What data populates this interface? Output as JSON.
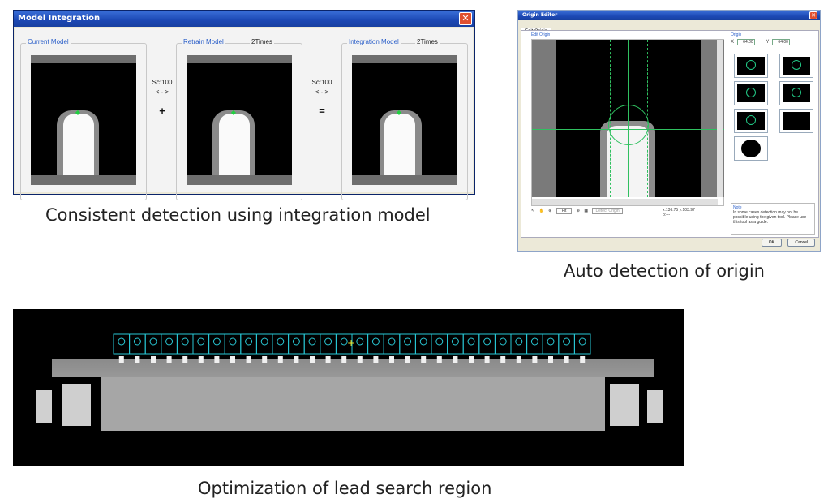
{
  "model_integration": {
    "title": "Model Integration",
    "close_icon": "close-icon",
    "groups": [
      {
        "label": "Current Model",
        "times": ""
      },
      {
        "label": "Retrain Model",
        "times": "2Times"
      },
      {
        "label": "Integration Model",
        "times": "2Times"
      }
    ],
    "score_left": "Sc:100",
    "arrow_left": "< - >",
    "operator_plus": "+",
    "score_right": "Sc:100",
    "arrow_right": "< - >",
    "operator_equals": "="
  },
  "origin_editor": {
    "title": "Origin Editor",
    "tab": "Edit Origin",
    "edit_label": "Edit Origin",
    "origin_label": "Origin",
    "x_label": "X",
    "x_value": "64.00",
    "y_label": "Y",
    "y_value": "64.00",
    "toolbar": {
      "fit": "Fit",
      "combo": "Detect Origin"
    },
    "coord_line1": "x:136.75 y:103.97",
    "coord_line2": "p:---",
    "note_title": "Note",
    "note_text": "In some cases detection may not be possible using the given tool. Please use this tool as a guide.",
    "ok": "OK",
    "cancel": "Cancel"
  },
  "captions": {
    "integration": "Consistent detection using integration model",
    "origin": "Auto detection of origin",
    "lead": "Optimization of lead search region"
  },
  "colors": {
    "accent_blue": "#2b5fc9",
    "marker_green": "#20d040",
    "region_cyan": "#29c9d6"
  }
}
